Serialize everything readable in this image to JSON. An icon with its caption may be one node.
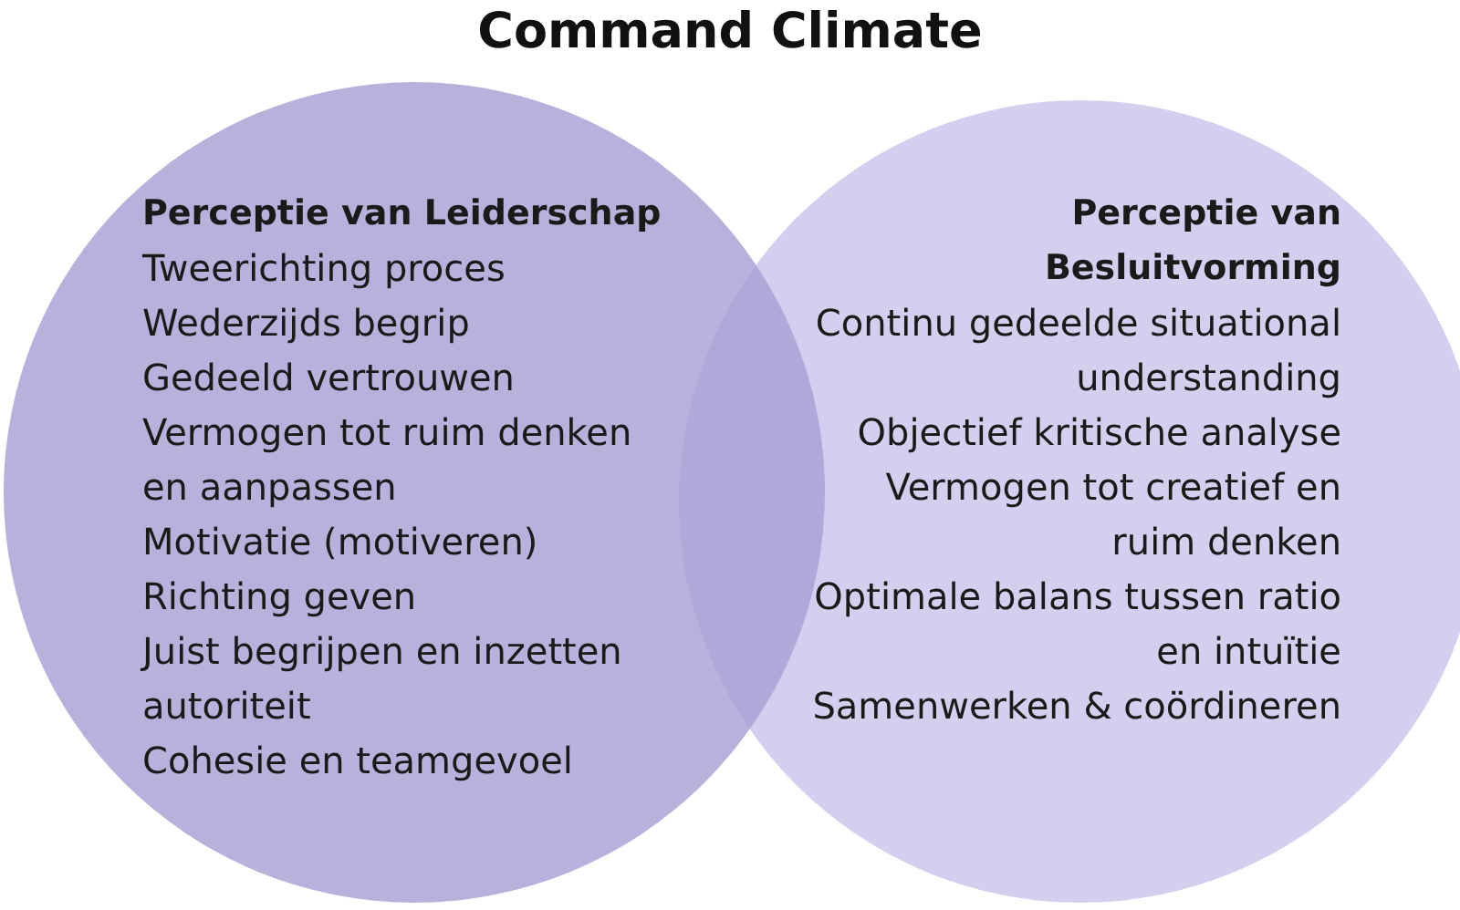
{
  "diagram": {
    "title": "Command Climate",
    "nodes": [
      {
        "text": [
          "Perceptie van Leiderschap",
          "Tweerichting proces",
          "Wederzijds begrip",
          "Gedeeld vertrouwen",
          "Vermogen tot ruim denken en aanpassen",
          "Motivatie (motiveren)",
          "Richting geven",
          "Juist begrijpen en inzetten autoriteit",
          "Cohesie en teamgevoel"
        ]
      },
      {
        "text": [
          "Perceptie van Besluitvorming",
          "Continu gedeelde situational understanding",
          "Objectief kritische analyse",
          "Vermogen tot creatief en ruim denken",
          "Optimale balans tussen ratio en intuïtie",
          "Samenwerken & coördineren"
        ]
      }
    ],
    "edges": []
  }
}
